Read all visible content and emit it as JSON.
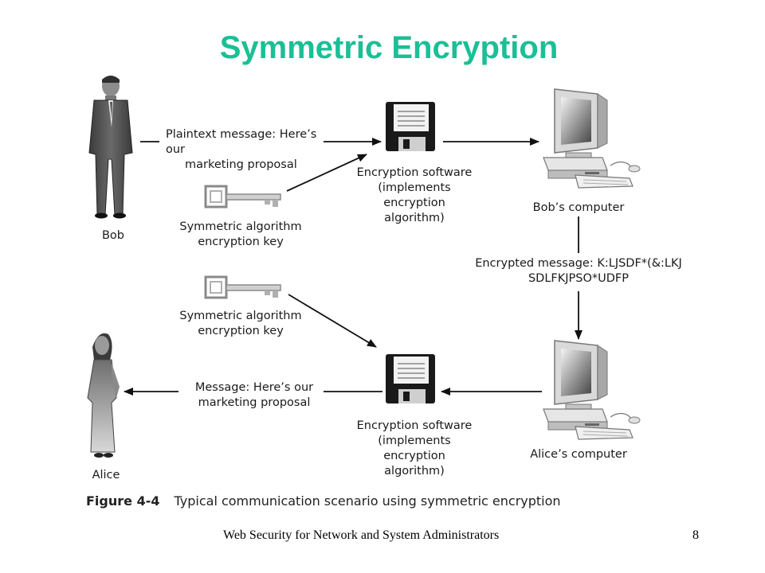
{
  "slide": {
    "title": "Symmetric Encryption",
    "footer_left": "Web Security for Network and System Administrators",
    "page_number": "8"
  },
  "diagram": {
    "bob_label": "Bob",
    "alice_label": "Alice",
    "plaintext_message": [
      "Plaintext message: Here’s our",
      "marketing proposal"
    ],
    "key_label_top": [
      "Symmetric algorithm",
      "encryption key"
    ],
    "key_label_bottom": [
      "Symmetric algorithm",
      "encryption key"
    ],
    "software_top": [
      "Encryption software",
      "(implements",
      "encryption",
      "algorithm)"
    ],
    "software_bottom": [
      "Encryption software",
      "(implements",
      "encryption",
      "algorithm)"
    ],
    "bob_computer": "Bob’s computer",
    "alice_computer": "Alice’s computer",
    "encrypted_message": [
      "Encrypted message: K:LJSDF*(&:LKJ",
      "SDLFKJPSO*UDFP"
    ],
    "received_message": [
      "Message: Here’s our",
      "marketing proposal"
    ],
    "figure_number": "Figure 4-4",
    "figure_caption": "Typical communication scenario using symmetric encryption"
  },
  "colors": {
    "title": "#1bbf96"
  }
}
